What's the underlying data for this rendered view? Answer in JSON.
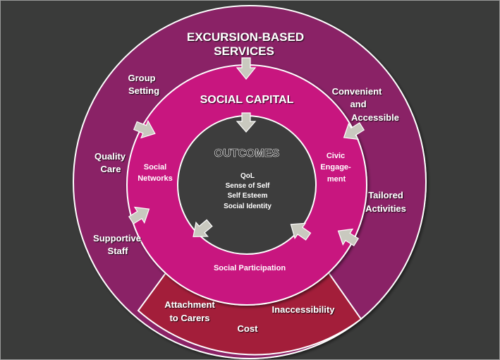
{
  "colors": {
    "background": "#3a3b3a",
    "outer_ring": "#8a2366",
    "middle_ring": "#c8167f",
    "barrier_segment": "#a31e3a",
    "center": "#3d3d3d",
    "arrow_fill": "#c9c9bf"
  },
  "outer": {
    "title_line1": "EXCURSION-BASED",
    "title_line2": "SERVICES",
    "group_setting_line1": "Group",
    "group_setting_line2": "Setting",
    "quality_care_line1": "Quality",
    "quality_care_line2": "Care",
    "supportive_staff_line1": "Supportive",
    "supportive_staff_line2": "Staff",
    "convenient_line1": "Convenient",
    "convenient_line2": "and",
    "convenient_line3": "Accessible",
    "tailored_line1": "Tailored",
    "tailored_line2": "Activities"
  },
  "middle": {
    "title": "SOCIAL CAPITAL",
    "social_networks_line1": "Social",
    "social_networks_line2": "Networks",
    "civic_line1": "Civic",
    "civic_line2": "Engage-",
    "civic_line3": "ment",
    "social_participation": "Social Participation"
  },
  "center": {
    "title": "OUTCOMES",
    "items": [
      "QoL",
      "Sense of Self",
      "Self Esteem",
      "Social Identity"
    ]
  },
  "barriers": {
    "attachment_line1": "Attachment",
    "attachment_line2": "to Carers",
    "inaccessibility": "Inaccessibility",
    "cost": "Cost"
  },
  "icons": {
    "arrow": "block-arrow-icon"
  }
}
